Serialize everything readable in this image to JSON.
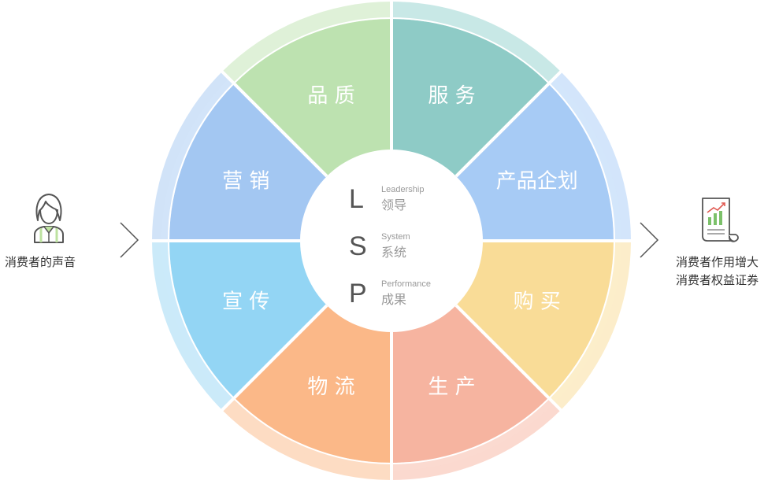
{
  "left_label": "消费者的声音",
  "right_label_line1": "消费者作用增大",
  "right_label_line2": "消费者权益证券",
  "center_items": [
    {
      "letter": "L",
      "en": "Leadership",
      "zh": "领导"
    },
    {
      "letter": "S",
      "en": "System",
      "zh": "系统"
    },
    {
      "letter": "P",
      "en": "Performance",
      "zh": "成果"
    }
  ],
  "segments": [
    {
      "label": "服 务",
      "color": "#8ecbc6",
      "ring": "#c8e8e6"
    },
    {
      "label": "产品企划",
      "color": "#a7cbf5",
      "ring": "#d3e5fb"
    },
    {
      "label": "购 买",
      "color": "#f9dc97",
      "ring": "#fcedca"
    },
    {
      "label": "生 产",
      "color": "#f6b4a0",
      "ring": "#fbd9cf"
    },
    {
      "label": "物 流",
      "color": "#fbb888",
      "ring": "#fddcc3"
    },
    {
      "label": "宣 传",
      "color": "#93d5f4",
      "ring": "#cbeaf9"
    },
    {
      "label": "营 销",
      "color": "#a3c7f2",
      "ring": "#d1e3f8"
    },
    {
      "label": "品 质",
      "color": "#bde2b0",
      "ring": "#dff1d8"
    }
  ]
}
